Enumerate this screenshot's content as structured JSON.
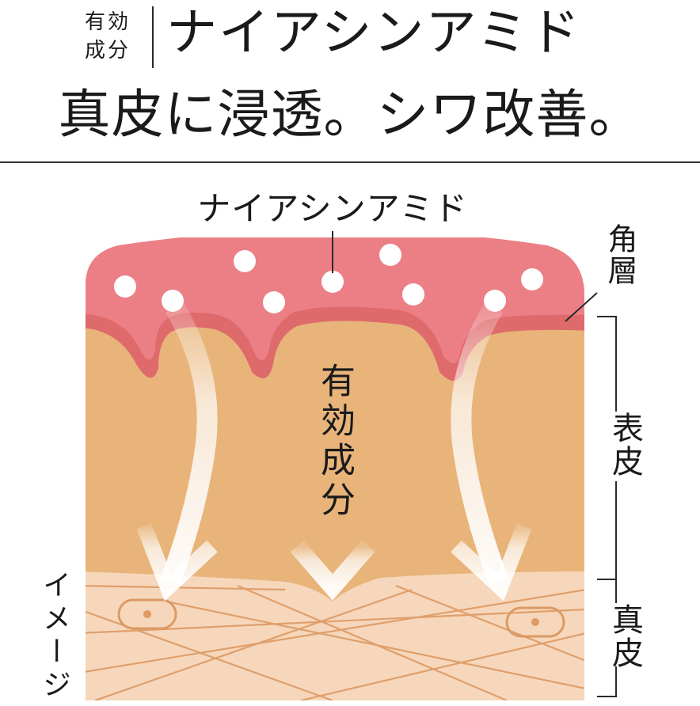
{
  "header": {
    "tag": "有効成分",
    "ingredient": "ナイアシンアミド",
    "headline": "真皮に浸透。シワ改善。"
  },
  "diagram": {
    "ingredient_label": "ナイアシンアミド",
    "active_label": "有効成分",
    "layers": {
      "stratum_corneum": "角層",
      "epidermis": "表皮",
      "dermis": "真皮"
    },
    "note": "イメージ",
    "colors": {
      "stratum_corneum": "#ec7f86",
      "stratum_corneum_edge": "#df6a6c",
      "epidermis": "#e8b47a",
      "dermis": "#f6d7bc",
      "fiber": "#dd9a63",
      "arrow": "#fbf3ea"
    }
  }
}
